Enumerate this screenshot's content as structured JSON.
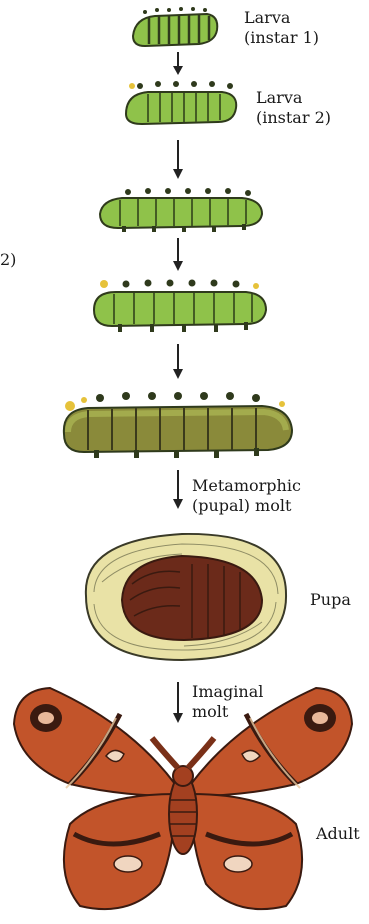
{
  "labels": {
    "larva1_line1": "Larva",
    "larva1_line2": "(instar 1)",
    "larva2_line1": "Larva",
    "larva2_line2": "(instar 2)",
    "left_fragment": "2)",
    "meta_line1": "Metamorphic",
    "meta_line2": "(pupal) molt",
    "pupa": "Pupa",
    "imaginal_line1": "Imaginal",
    "imaginal_line2": "molt",
    "adult": "Adult"
  },
  "colors": {
    "larva_green": "#8fc24a",
    "larva_dark": "#2f3a1c",
    "spine_yellow": "#e6c23a",
    "last_instar": "#8a8a3a",
    "cocoon": "#e9e2a6",
    "pupa_brown": "#6b2a1a",
    "moth_orange": "#c2542a",
    "moth_dark": "#3a1a10",
    "arrow": "#222222"
  },
  "icons": [
    "caterpillar-icon",
    "cocoon-icon",
    "moth-icon",
    "arrow-down-icon"
  ]
}
